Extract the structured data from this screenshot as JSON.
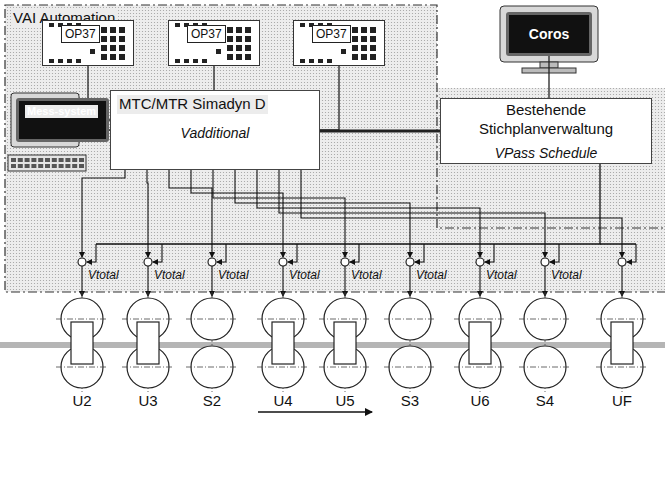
{
  "diagram": {
    "nodes": [
      {
        "text": [
          "VAI Automation"
        ]
      },
      {
        "text": [
          "OP37"
        ],
        "in": 0
      },
      {
        "text": [
          "OP37"
        ],
        "in": 0
      },
      {
        "text": [
          "OP37"
        ],
        "in": 0
      },
      {
        "text": [
          "Mess-system"
        ],
        "in": 0
      },
      {
        "text": [
          "MTC/MTR Simadyn D",
          "Vadditional"
        ],
        "in": 0
      },
      {
        "text": [
          "Coros"
        ]
      },
      {
        "text": [
          "Bestehende Stichplanverwaltung",
          "VPass Schedule"
        ]
      }
    ],
    "edges": [
      {
        "from": 1,
        "to": 5,
        "arrow": "none"
      },
      {
        "from": 2,
        "to": 5,
        "arrow": "none"
      },
      {
        "from": 3,
        "to": 5,
        "arrow": "none"
      },
      {
        "from": 4,
        "to": 5,
        "arrow": "none"
      },
      {
        "from": 5,
        "to": 7,
        "arrow": "none"
      },
      {
        "from": 6,
        "to": 7,
        "arrow": "none"
      }
    ],
    "labels": [
      "Vtotal",
      "Vtotal",
      "Vtotal",
      "Vtotal",
      "Vtotal",
      "Vtotal",
      "Vtotal",
      "Vtotal",
      "U2",
      "U3",
      "S2",
      "U4",
      "U5",
      "S3",
      "U6",
      "S4",
      "UF"
    ]
  }
}
